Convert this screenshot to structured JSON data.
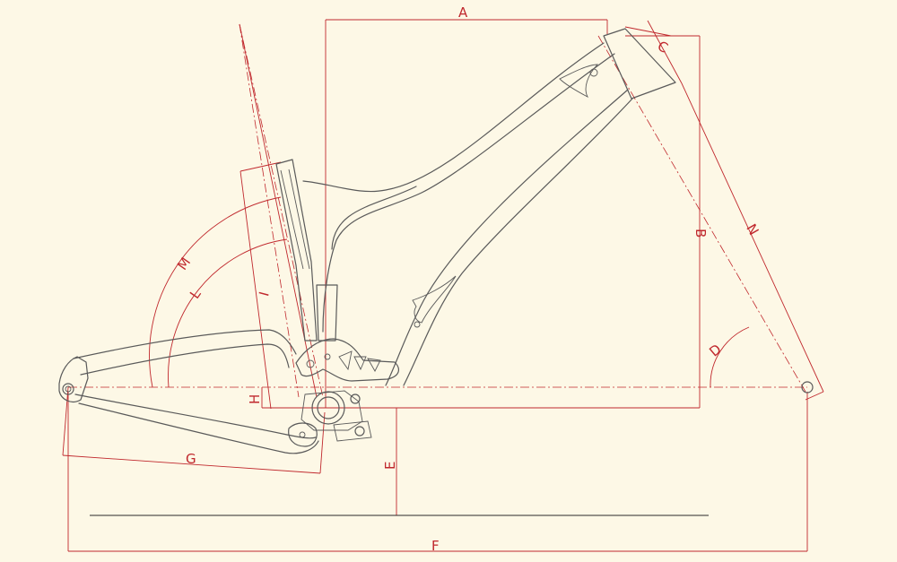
{
  "diagram": {
    "background_color": "#fdf8e6",
    "dimension_color": "#c0282d",
    "frame_color": "#5a5a5a",
    "labels": {
      "A": "A",
      "B": "B",
      "C": "C",
      "D": "D",
      "E": "E",
      "F": "F",
      "G": "G",
      "H": "H",
      "I": "I",
      "L": "L",
      "M": "M",
      "N": "N"
    }
  }
}
